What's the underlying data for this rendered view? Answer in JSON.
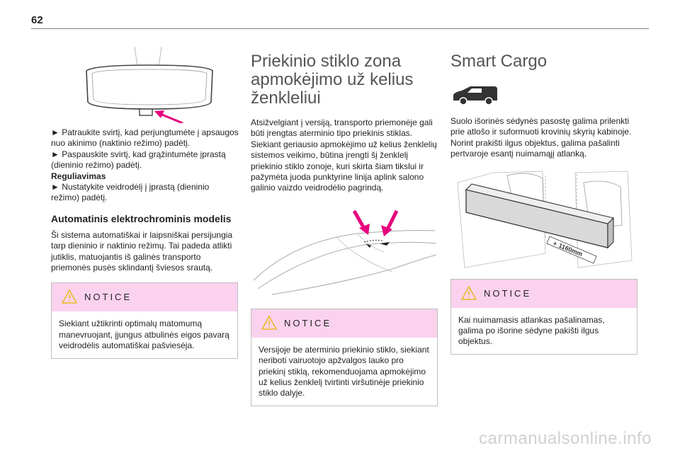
{
  "page_number": "62",
  "col1": {
    "paragraphs": [
      "► Patraukite svirtį, kad perjungtumėte į apsaugos nuo akinimo (naktinio režimo) padėtį.",
      "► Paspauskite svirtį, kad grąžintumėte įprastą (dieninio režimo) padėtį."
    ],
    "reg_heading": "Reguliavimas",
    "reg_text": "► Nustatykite veidrodėlį į įprastą (dieninio režimo) padėtį.",
    "subheading": "Automatinis elektrochrominis modelis",
    "sub_text": "Ši sistema automatiškai ir laipsniškai persijungia tarp dieninio ir naktinio režimų. Tai padeda atlikti jutiklis, matuojantis iš galinės transporto priemonės pusės sklindantį šviesos srautą.",
    "notice_title": "NOTICE",
    "notice_text": "Siekiant užtikrinti optimalų matomumą manevruojant, įjungus atbulinės eigos pavarą veidrodėlis automatiškai pašviesėja."
  },
  "col2": {
    "heading": "Priekinio stiklo zona apmokėjimo už kelius ženkleliui",
    "text": "Atsižvelgiant į versiją, transporto priemonėje gali būti įrengtas aterminio tipo priekinis stiklas. Siekiant geriausio apmokėjimo už kelius ženklelių sistemos veikimo, būtina įrengti šį ženklelį priekinio stiklo zonoje, kuri skirta šiam tikslui ir pažymėta juoda punktyrine linija aplink salono galinio vaizdo veidrodėlio pagrindą.",
    "notice_title": "NOTICE",
    "notice_text": "Versijoje be aterminio priekinio stiklo, siekiant neriboti vairuotojo apžvalgos lauko pro priekinį stiklą, rekomenduojama apmokėjimo už kelius ženklelį tvirtinti viršutinėje priekinio stiklo dalyje."
  },
  "col3": {
    "heading": "Smart Cargo",
    "text": "Suolo išorinės sėdynės pasostę galima prilenkti prie atlošo ir suformuoti krovinių skyrių kabinoje. Norint prakišti ilgus objektus, galima pašalinti pertvaroje esantį nuimamąjį atlanką.",
    "dimension_label": "1160mm",
    "notice_title": "NOTICE",
    "notice_text": "Kai nuimamasis atlankas pašalinamas, galima po išorine sėdyne pakišti ilgus objektus."
  },
  "watermark": "carmanualsonline.info",
  "colors": {
    "notice_bg": "#fad2ee",
    "arrow": "#e6007e",
    "heading": "#555555"
  }
}
